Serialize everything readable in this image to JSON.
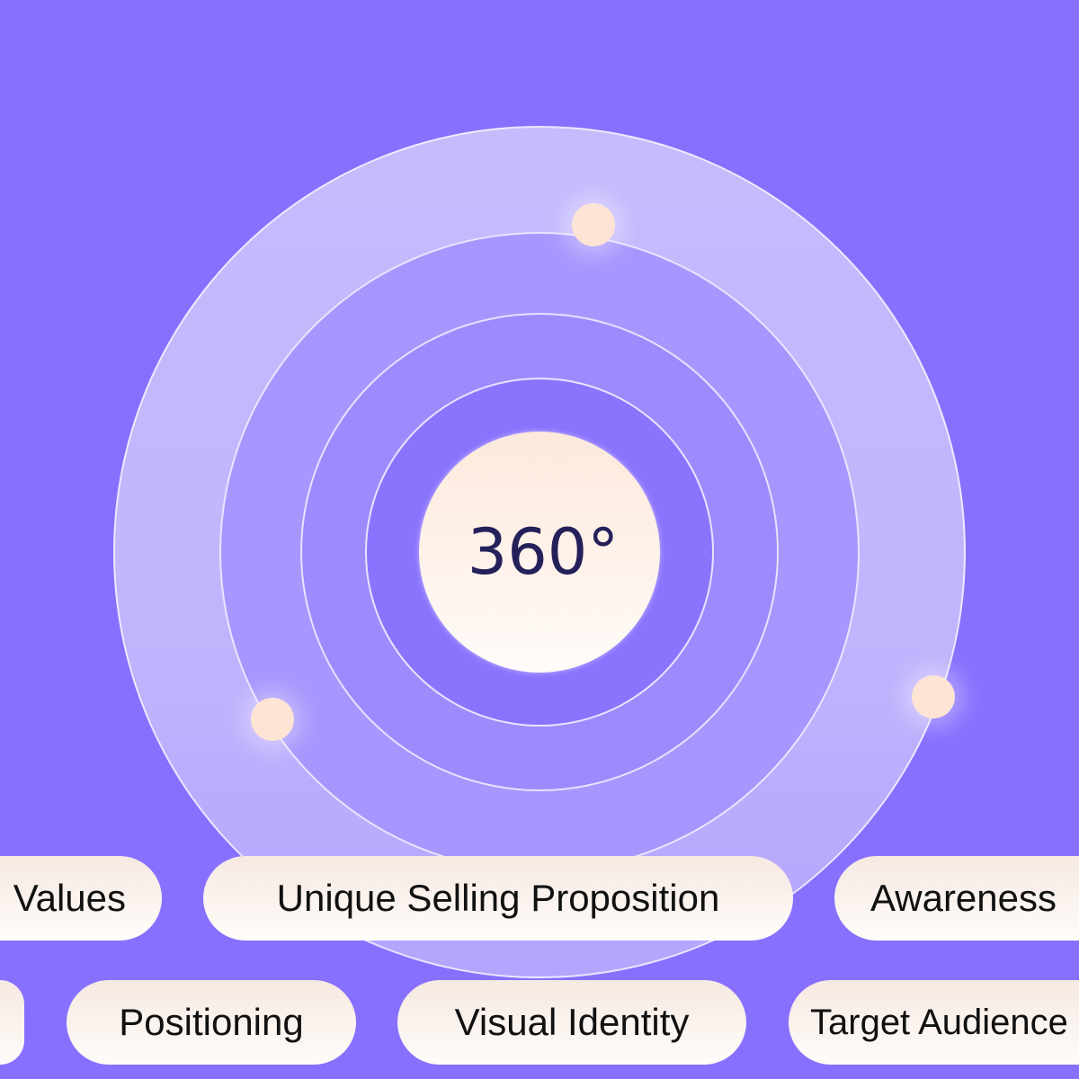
{
  "center": {
    "label": "360°"
  },
  "colors": {
    "background": "#8770fe",
    "core": "#fde9dc",
    "dot": "#fde4d5",
    "text": "#24205a"
  },
  "pills_row1": [
    "Values",
    "Unique Selling Proposition",
    "Awareness"
  ],
  "pills_row2": [
    "",
    "Positioning",
    "Visual Identity",
    "Target Audience"
  ]
}
